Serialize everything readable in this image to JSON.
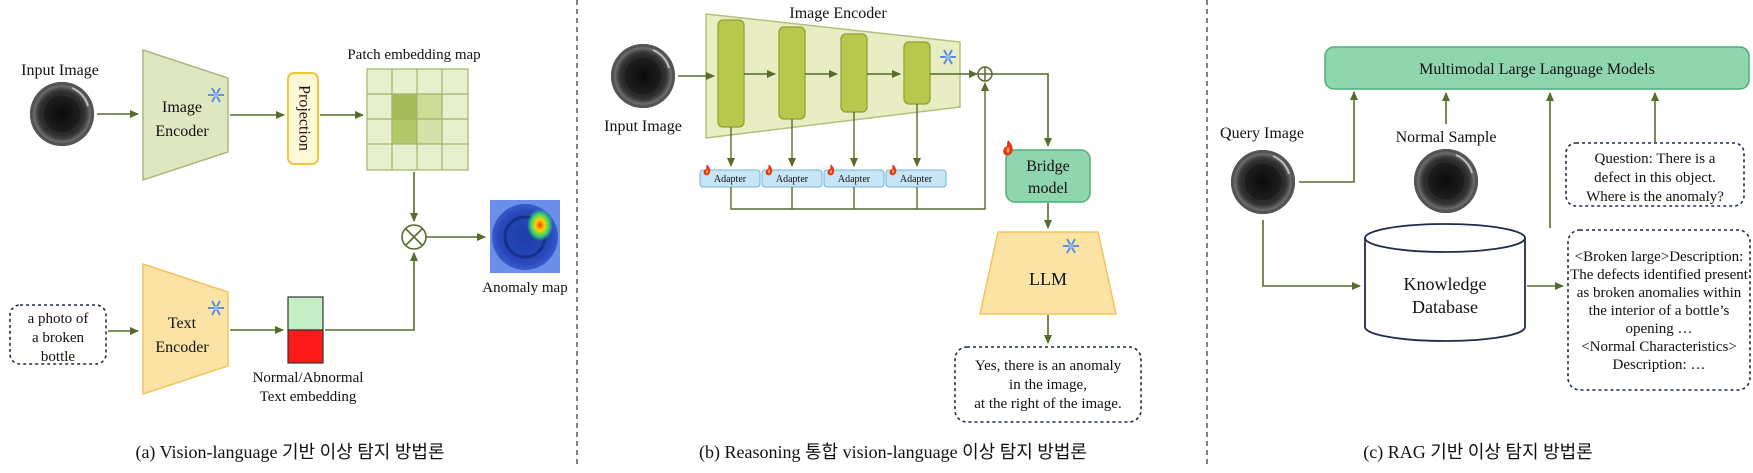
{
  "panel_a": {
    "input_image_label": "Input Image",
    "image_encoder_label": [
      "Image",
      "Encoder"
    ],
    "projection_label": "Projection",
    "patch_map_label": "Patch embedding map",
    "text_prompt": [
      "a photo of",
      "a broken",
      "bottle"
    ],
    "text_encoder_label": [
      "Text",
      "Encoder"
    ],
    "text_embedding_label": [
      "Normal/Abnormal",
      "Text embedding"
    ],
    "anomaly_map_label": "Anomaly map",
    "caption": "(a) Vision-language 기반 이상 탐지 방법론"
  },
  "panel_b": {
    "image_encoder_label": "Image Encoder",
    "input_image_label": "Input Image",
    "adapters": [
      "Adapter",
      "Adapter",
      "Adapter",
      "Adapter"
    ],
    "bridge_label": [
      "Bridge",
      "model"
    ],
    "llm_label": "LLM",
    "answer": [
      "Yes, there is an anomaly",
      "in the image,",
      "at the right of the image."
    ],
    "caption": "(b) Reasoning 통합 vision-language 이상 탐지 방법론"
  },
  "panel_c": {
    "mllm_label": "Multimodal Large Language Models",
    "query_image_label": "Query Image",
    "normal_sample_label": "Normal Sample",
    "question": [
      "Question: There is a",
      "defect in this object.",
      "Where is the anomaly?"
    ],
    "knowledge_db_label": [
      "Knowledge",
      "Database"
    ],
    "retrieved": [
      "<Broken large>Description:",
      "The defects identified present",
      "as broken anomalies within",
      "the interior of a bottle’s",
      "opening …",
      "<Normal Characteristics>",
      "Description: …"
    ],
    "caption": "(c) RAG 기반 이상 탐지 방법론"
  },
  "colors": {
    "encoder_green": "#dfe7c0",
    "text_encoder_yellow": "#fbe3a5",
    "bridge_green": "#8fd6ae",
    "adapter_blue": "#c6e6f6",
    "normal_embedding": "#c4eec4",
    "abnormal_embedding": "#ff1a1a",
    "arrow": "#566b2c"
  },
  "icons": [
    "snowflake-icon",
    "flame-icon",
    "bottle-image",
    "anomaly-heatmap-image"
  ]
}
